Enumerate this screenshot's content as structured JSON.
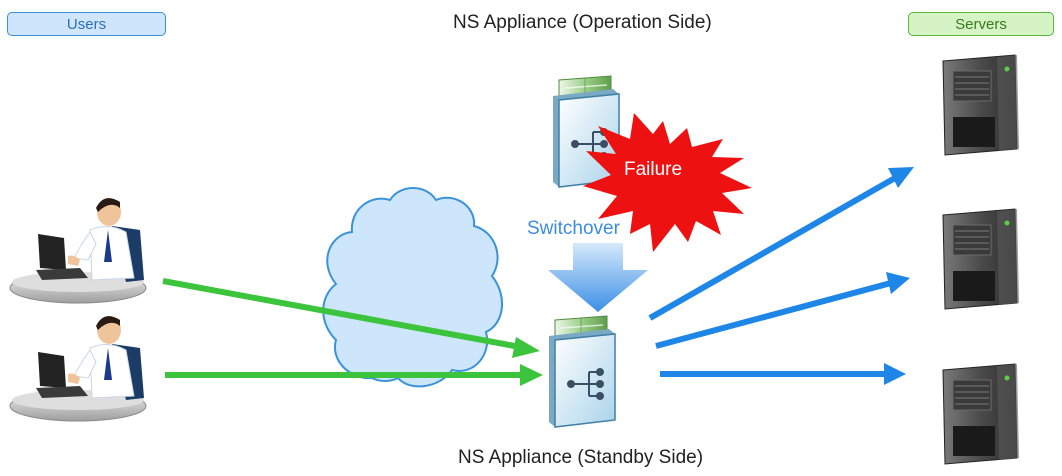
{
  "labels": {
    "users": "Users",
    "servers": "Servers",
    "operation_side": "NS Appliance (Operation Side)",
    "standby_side": "NS Appliance (Standby Side)",
    "switchover": "Switchover",
    "failure": "Failure"
  },
  "colors": {
    "user_traffic": "#3cc43c",
    "server_traffic": "#1e86e6",
    "failure_burst": "#ee1111",
    "cloud_fill": "#cde6fb",
    "cloud_stroke": "#3a93d8",
    "users_pill": "#cfe5fb",
    "servers_pill": "#d5f3c4"
  },
  "icons": {
    "user": "user-at-laptop-icon",
    "server": "tower-server-icon",
    "appliance": "ns-appliance-icon",
    "network": "network-cloud-icon",
    "switchover": "down-arrow-icon",
    "failure": "failure-burst-icon"
  }
}
